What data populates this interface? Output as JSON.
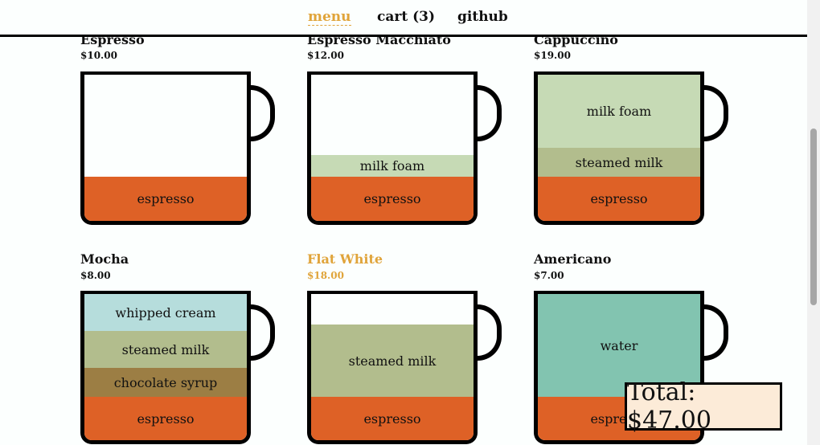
{
  "nav": {
    "menu": "menu",
    "cart": "cart (3)",
    "github": "github"
  },
  "items": [
    {
      "name": "Espresso",
      "price": "$10.00",
      "layers": [
        {
          "label": "espresso",
          "color": "#de6126"
        }
      ]
    },
    {
      "name": "Espresso Macchiato",
      "price": "$12.00",
      "layers": [
        {
          "label": "milk foam",
          "color": "#c6dab5"
        },
        {
          "label": "espresso",
          "color": "#de6126"
        }
      ]
    },
    {
      "name": "Cappuccino",
      "price": "$19.00",
      "layers": [
        {
          "label": "milk foam",
          "color": "#c6dab5"
        },
        {
          "label": "steamed milk",
          "color": "#b2bd8d"
        },
        {
          "label": "espresso",
          "color": "#de6126"
        }
      ]
    },
    {
      "name": "Mocha",
      "price": "$8.00",
      "layers": [
        {
          "label": "whipped cream",
          "color": "#b6dddc"
        },
        {
          "label": "steamed milk",
          "color": "#b2bd8d"
        },
        {
          "label": "chocolate syrup",
          "color": "#9c7e44"
        },
        {
          "label": "espresso",
          "color": "#de6126"
        }
      ]
    },
    {
      "name": "Flat White",
      "price": "$18.00",
      "layers": [
        {
          "label": "steamed milk",
          "color": "#b2bd8d"
        },
        {
          "label": "espresso",
          "color": "#de6126"
        }
      ]
    },
    {
      "name": "Americano",
      "price": "$7.00",
      "layers": [
        {
          "label": "water",
          "color": "#82c4b0"
        },
        {
          "label": "espresso",
          "color": "#de6126"
        }
      ]
    }
  ],
  "total": "Total: $47.00",
  "colors": {
    "accent": "#e0a43a",
    "total_bg": "#fcebd8"
  }
}
